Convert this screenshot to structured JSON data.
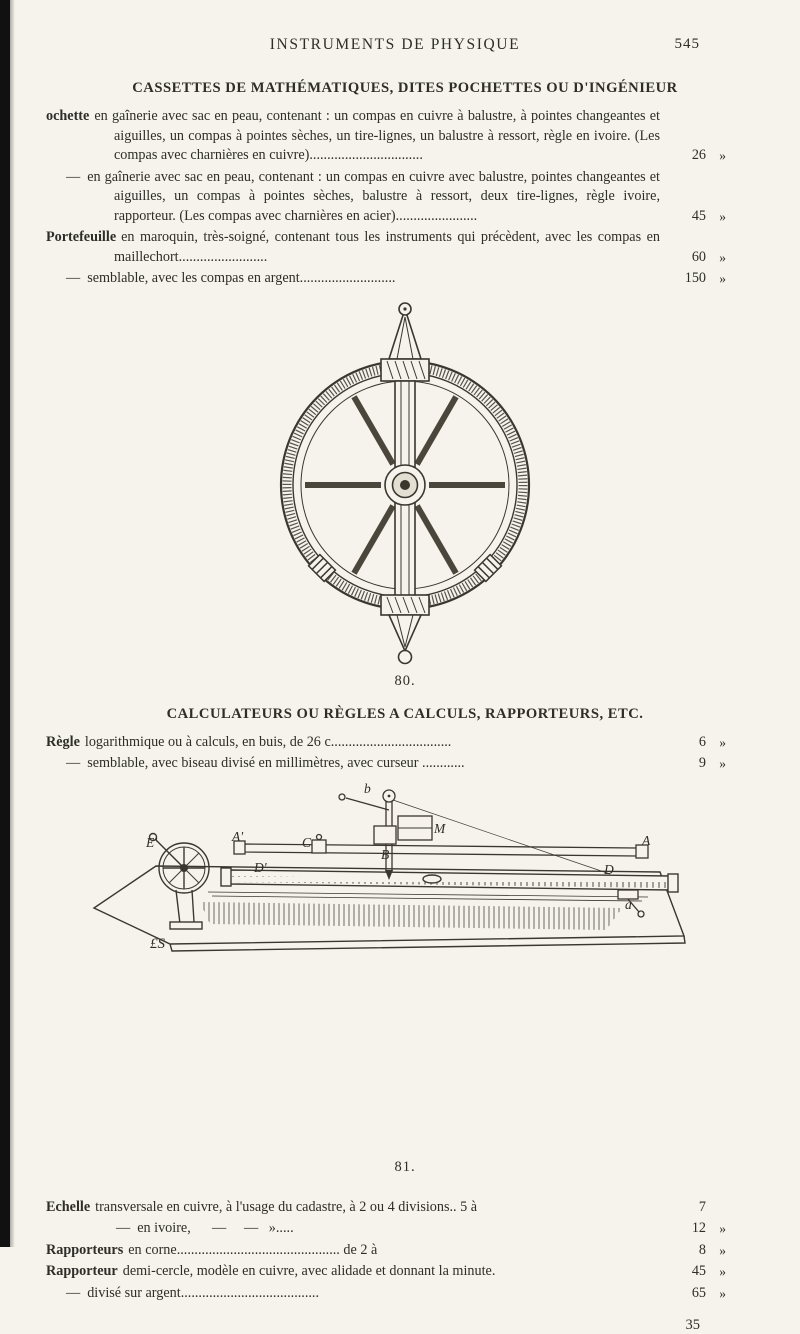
{
  "page": {
    "running_head": "INSTRUMENTS DE PHYSIQUE",
    "page_number": "545",
    "signature_mark": "35"
  },
  "cassettes": {
    "title": "CASSETTES DE MATHÉMATIQUES, DITES POCHETTES OU D'INGÉNIEUR",
    "entries": [
      {
        "lead": "ochette",
        "text": "en gaînerie avec sac en peau, contenant : un compas en cuivre à balustre, à pointes changeantes et aiguilles, un compas à pointes sèches, un tire-lignes, un balustre à ressort, règle en ivoire. (Les compas avec charnières en cuivre)................................",
        "price": "26",
        "unit": "»"
      },
      {
        "lead": "—",
        "text": "en gaînerie avec sac en peau, contenant : un compas en cuivre avec balustre, pointes changeantes et aiguilles, un compas à pointes sèches, balustre à ressort, deux tire-lignes, règle ivoire, rapporteur. (Les compas avec charnières en acier).......................",
        "price": "45",
        "unit": "»"
      },
      {
        "lead": "Portefeuille",
        "text": "en maroquin, très-soigné, contenant tous les instruments qui précèdent, avec les compas en maillechort.........................",
        "price": "60",
        "unit": "»"
      },
      {
        "lead": "—",
        "text": "semblable, avec les compas en argent...........................",
        "price": "150",
        "unit": "»"
      }
    ]
  },
  "figure_80": {
    "caption": "80."
  },
  "calculateurs": {
    "title": "CALCULATEURS OU RÈGLES A CALCULS, RAPPORTEURS, ETC.",
    "entries": [
      {
        "lead": "Règle",
        "text": "logarithmique ou à calculs, en buis, de 26 c..................................",
        "price": "6",
        "unit": "»"
      },
      {
        "lead": "—",
        "text": "semblable, avec biseau divisé en millimètres, avec curseur ............",
        "price": "9",
        "unit": "»"
      }
    ]
  },
  "figure_81": {
    "caption": "81.",
    "labels": [
      "b",
      "E'",
      "A'",
      "C",
      "M",
      "B",
      "A",
      "D'",
      "D",
      "a",
      "£S"
    ]
  },
  "echelles": {
    "entries": [
      {
        "lead": "Echelle",
        "text": "transversale en cuivre, à l'usage du cadastre, à 2 ou 4 divisions.. 5 à",
        "price": "7",
        "unit": ""
      },
      {
        "lead": "—",
        "text": "en ivoire,      —     —   ».....",
        "price": "12",
        "unit": "»"
      },
      {
        "lead": "Rapporteurs",
        "text": "en corne.............................................. de 2 à",
        "price": "8",
        "unit": "»"
      },
      {
        "lead": "Rapporteur",
        "text": "demi-cercle, modèle en cuivre, avec alidade et donnant la minute.",
        "price": "45",
        "unit": "»"
      },
      {
        "lead": "—",
        "text": "divisé sur argent.......................................",
        "price": "65",
        "unit": "»"
      }
    ]
  }
}
